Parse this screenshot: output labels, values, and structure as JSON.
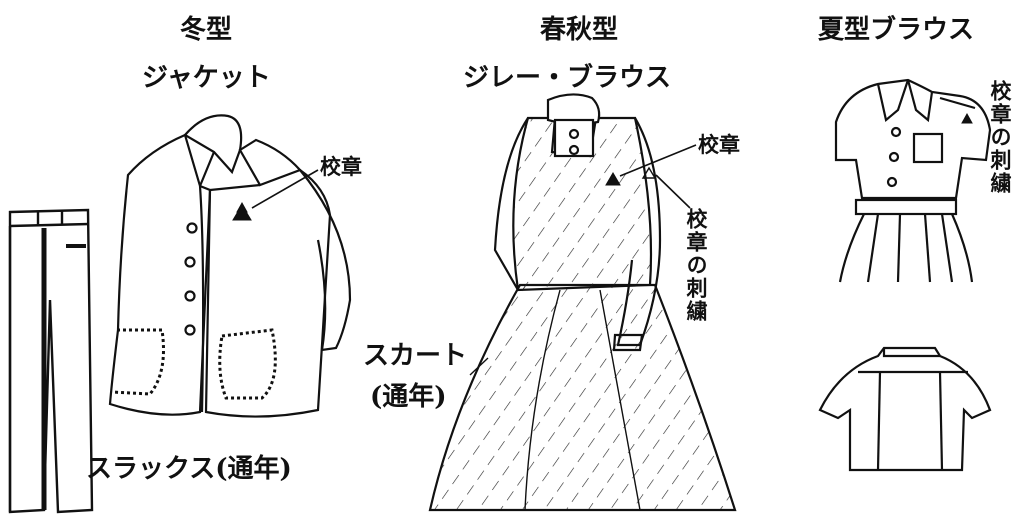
{
  "titles": {
    "winter": "冬型",
    "winter_sub": "ジャケット",
    "spring_autumn": "春秋型",
    "spring_autumn_sub": "ジレー・ブラウス",
    "summer": "夏型ブラウス"
  },
  "labels": {
    "badge_jacket": "校章",
    "badge_vest": "校章",
    "embroidery_sleeve": "校章の刺繍",
    "embroidery_summer": "校章の刺繍",
    "skirt_line1": "スカート",
    "skirt_line2": "(通年)",
    "slacks": "スラックス(通年)"
  },
  "colors": {
    "ink": "#111111",
    "background": "#ffffff"
  }
}
